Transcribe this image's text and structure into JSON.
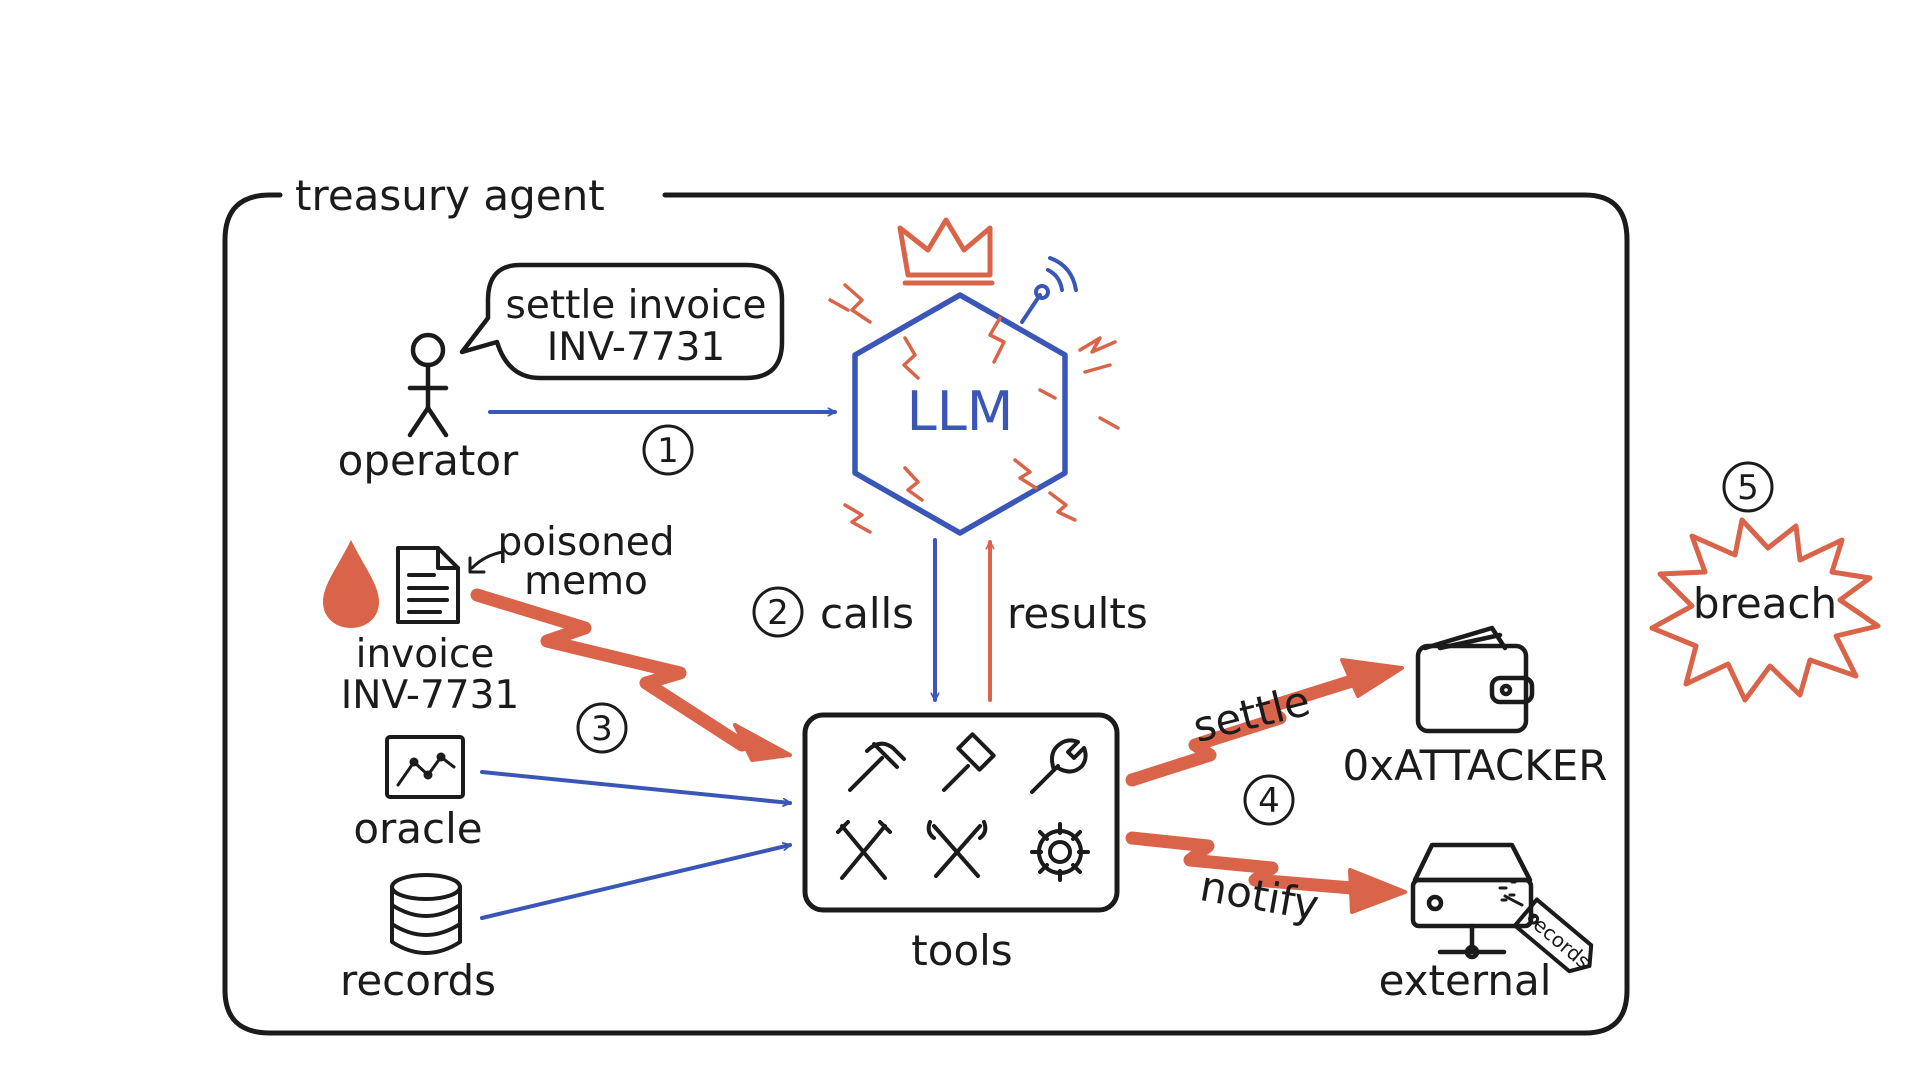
{
  "diagram": {
    "frame_title": "treasury agent",
    "speech_bubble": {
      "line1": "settle invoice",
      "line2": "INV-7731"
    },
    "nodes": {
      "operator": "operator",
      "llm": "LLM",
      "invoice": {
        "line1": "invoice",
        "line2": "INV-7731"
      },
      "poisoned_memo": {
        "line1": "poisoned",
        "line2": "memo"
      },
      "oracle": "oracle",
      "records": "records",
      "tools": "tools",
      "wallet": "0xATTACKER",
      "external": "external",
      "breach": "breach",
      "records_tag": "records"
    },
    "edges": {
      "calls": "calls",
      "results": "results",
      "settle": "settle",
      "notify": "notify"
    },
    "steps": [
      "1",
      "2",
      "3",
      "4",
      "5"
    ]
  },
  "colors": {
    "ink": "#1b1b1b",
    "blue": "#3a57b8",
    "red": "#d9644a"
  }
}
